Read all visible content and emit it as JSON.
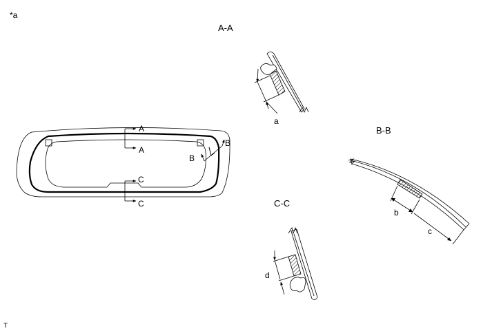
{
  "labels": {
    "ref_mark": "*a",
    "section_a_title": "A-A",
    "section_b_title": "B-B",
    "section_c_title": "C-C",
    "cut_a_top": "A",
    "cut_a_bottom": "A",
    "cut_b_right": "B",
    "cut_b_left": "B",
    "cut_c_top": "C",
    "cut_c_bottom": "C",
    "dim_a": "a",
    "dim_b": "b",
    "dim_c": "c",
    "dim_d": "d",
    "footer_mark": "T"
  }
}
